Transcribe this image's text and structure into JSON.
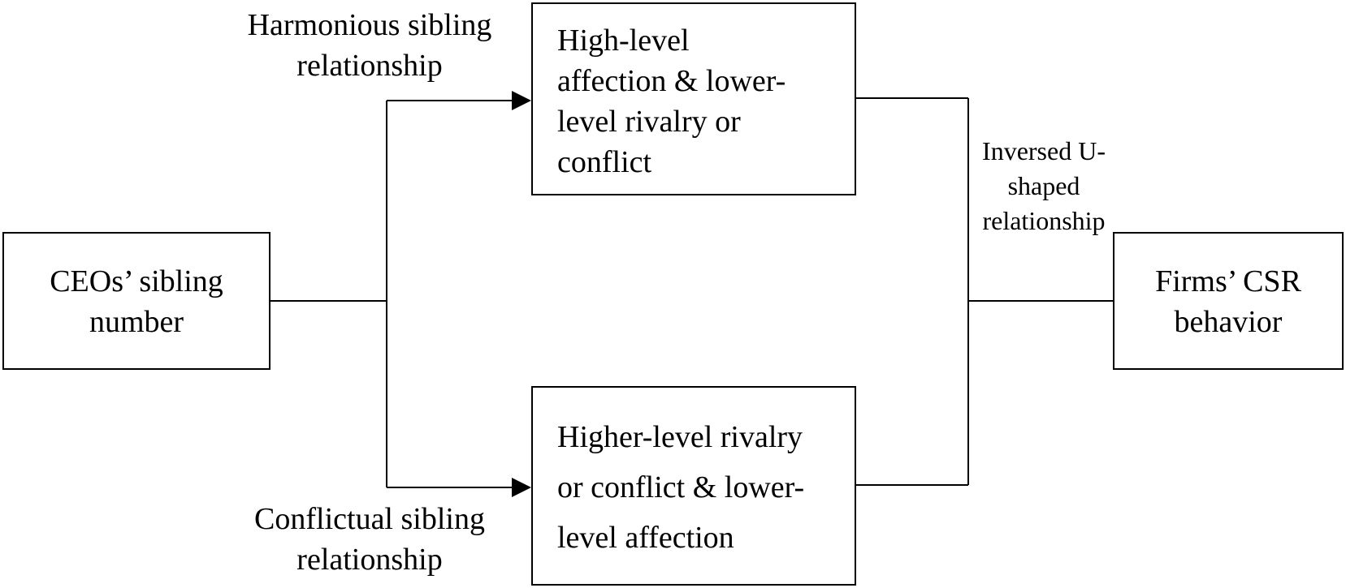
{
  "nodes": {
    "ceo_sibling_number": "CEOs’ sibling\nnumber",
    "high_affection": "High-level\naffection & lower-\nlevel rivalry or\nconflict",
    "high_rivalry": "Higher-level rivalry\nor conflict & lower-\nlevel affection",
    "csr_behavior": "Firms’ CSR\nbehavior"
  },
  "edge_labels": {
    "harmonious": "Harmonious sibling\nrelationship",
    "conflictual": "Conflictual sibling\nrelationship",
    "inversed_u": "Inversed U-\nshaped\nrelationship"
  },
  "colors": {
    "stroke": "#000000",
    "background": "#ffffff"
  }
}
